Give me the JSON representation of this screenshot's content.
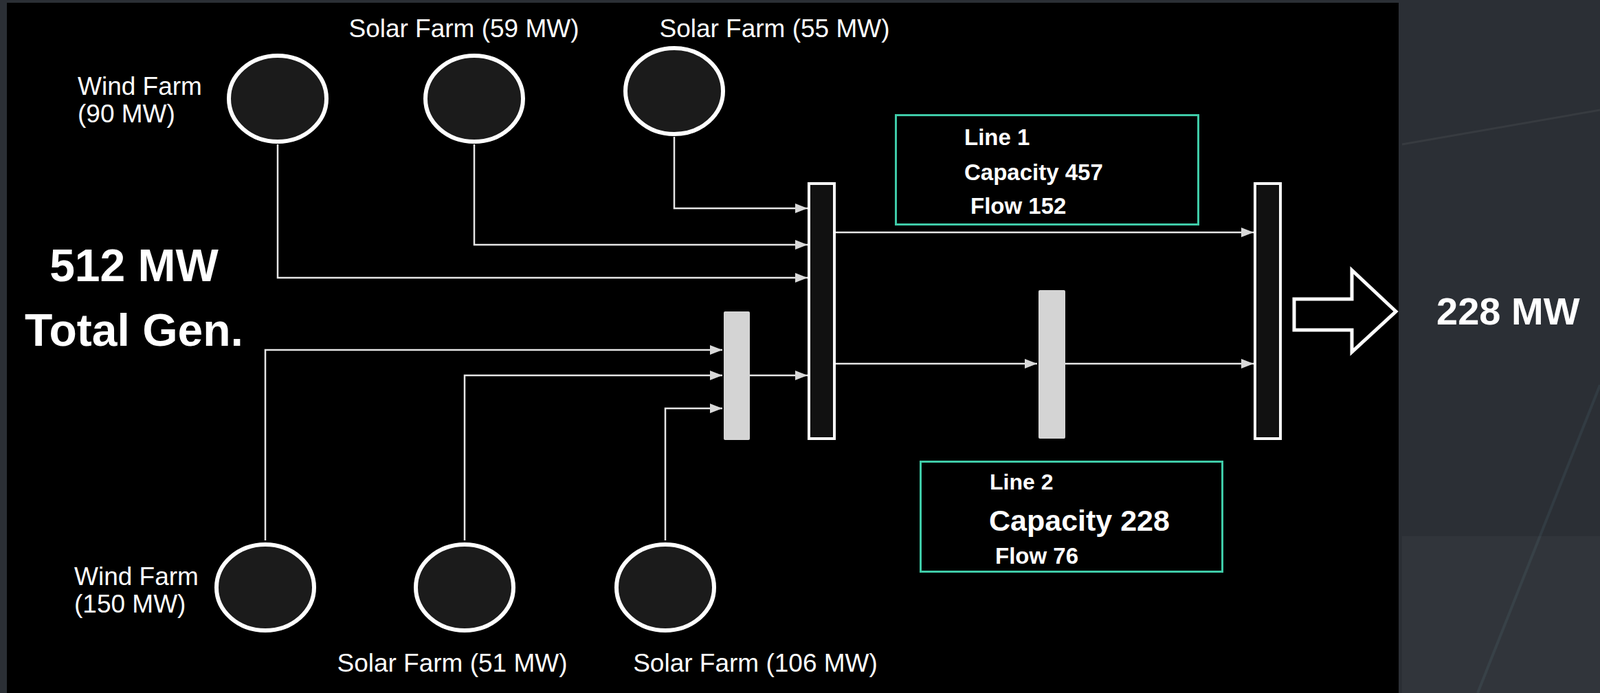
{
  "diagram": {
    "nodes": [
      {
        "text": [
          "Wind Farm (90 MW)"
        ]
      },
      {
        "text": [
          "Solar Farm (59 MW)"
        ]
      },
      {
        "text": [
          "Solar Farm (55 MW)"
        ]
      },
      {
        "text": [
          "Line 1",
          "Capacity 457",
          "Flow 152"
        ]
      },
      {
        "text": [
          "Line 2",
          "Capacity 228",
          "Flow 76"
        ]
      },
      {
        "text": [
          "Wind Farm (150 MW)"
        ]
      },
      {
        "text": [
          "Solar Farm (51 MW)"
        ]
      },
      {
        "text": [
          "Solar Farm (106 MW)"
        ]
      }
    ],
    "labels": [
      "512 MW Total Gen.",
      "228 MW"
    ]
  }
}
